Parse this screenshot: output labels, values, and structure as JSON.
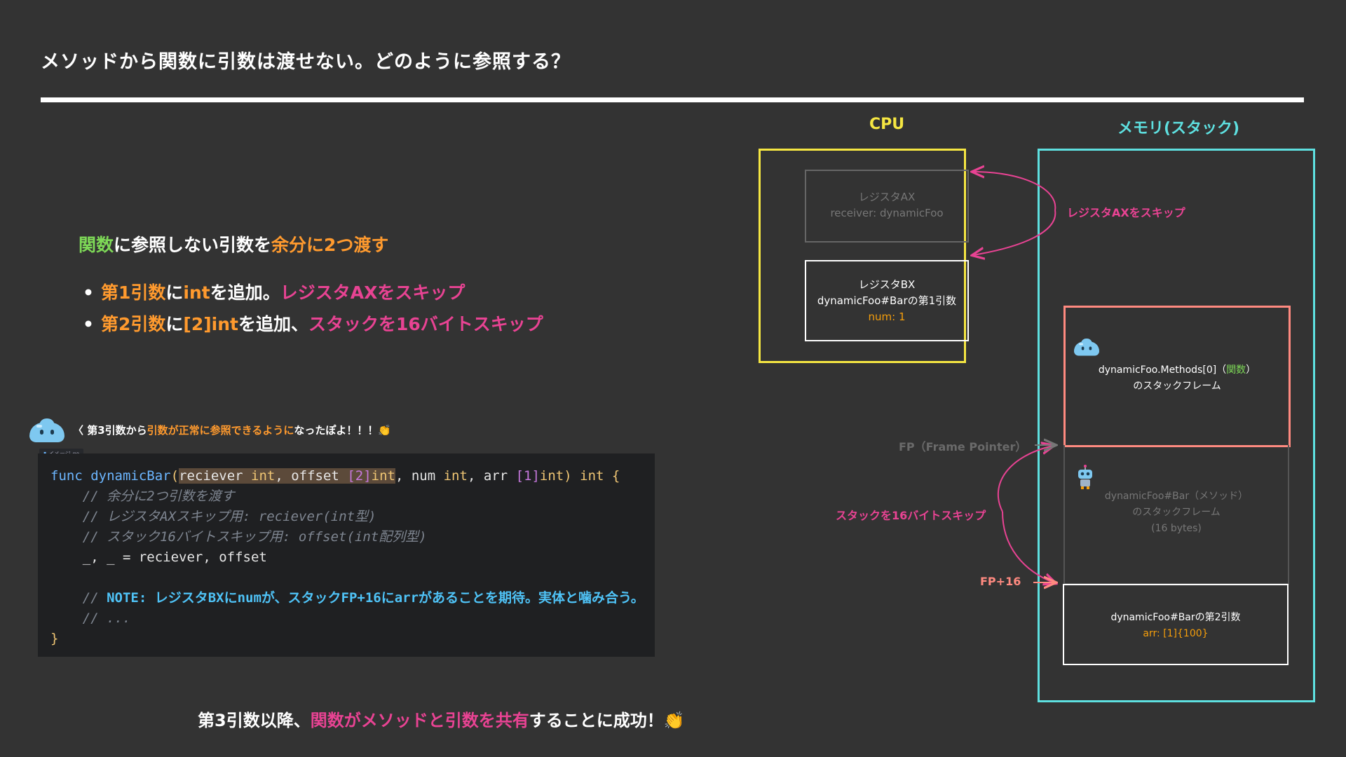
{
  "slide": {
    "title": "メソッドから関数に引数は渡せない。どのように参照する？"
  },
  "points": {
    "lead": {
      "p1": "関数",
      "p2": "に参照しない引数を",
      "p3": "余分に2つ渡す"
    },
    "bullet1": {
      "dot": "•",
      "p1": "第1引数",
      "p2": "に",
      "p3": "int",
      "p4": "を追加。",
      "p5": "レジスタAXをスキップ"
    },
    "bullet2": {
      "dot": "•",
      "p1": "第2引数",
      "p2": "に",
      "p3": "[2]int",
      "p4": "を追加、",
      "p5": "スタックを16バイトスキップ"
    }
  },
  "speech": {
    "p1": "〈 第3引数から",
    "p2": "引数が正常に参照できるように",
    "p3": "なったぽよ！！！",
    "emoji": "👏"
  },
  "code": {
    "filename": "イメージ.go",
    "l1": {
      "kw": "func",
      "name": "dynamicBar",
      "open": "(",
      "p1": "reciever",
      "t1": "int",
      "c1": ", offset ",
      "a1": "[2]",
      "t2": "int",
      "rest1": ", num ",
      "t3": "int",
      "rest2": ", arr ",
      "a2": "[1]",
      "t4": "int",
      "close": ") ",
      "t5": "int",
      "brace": "{"
    },
    "l2": "// 余分に2つ引数を渡す",
    "l3": "// レジスタAXスキップ用: reciever(int型)",
    "l4": "// スタック16バイトスキップ用: offset(int配列型)",
    "l5": "_, _ = reciever, offset",
    "l7a": "// ",
    "l7b": "NOTE: レジスタBXにnumが、スタックFP+16にarrがあることを期待。実体と噛み合う。",
    "l8": "// ...",
    "l9": "}"
  },
  "conclusion": {
    "p1": "第3引数以降、",
    "p2": "関数がメソッドと引数を共有",
    "p3": "することに成功！",
    "emoji": "👏"
  },
  "diagram": {
    "cpu_title": "CPU",
    "memory_title": "メモリ(スタック)",
    "reg_ax": {
      "l1": "レジスタAX",
      "l2": "receiver: dynamicFoo"
    },
    "reg_bx": {
      "l1": "レジスタBX",
      "l2": "dynamicFoo#Barの第1引数",
      "l3": "num: 1"
    },
    "skip_ax_label": "レジスタAXをスキップ",
    "frame_method": {
      "l1a": "dynamicFoo.Methods[0]（",
      "l1b": "関数",
      "l1c": "）",
      "l2": "のスタックフレーム"
    },
    "fp_label": "FP（Frame Pointer）",
    "skip16_label": "スタックを16バイトスキップ",
    "frame_bar": {
      "l1": "dynamicFoo#Bar（メソッド）",
      "l2": "のスタックフレーム",
      "l3": "(16 bytes)"
    },
    "fp16_label": "FP+16",
    "frame_arg": {
      "l1": "dynamicFoo#Barの第2引数",
      "l2": "arr: [1]{100}"
    }
  },
  "colors": {
    "background": "#333333",
    "cpu": "#f5e642",
    "memory": "#5ee0e0",
    "pink": "#e84393",
    "orange": "#ff9a2e",
    "green": "#7ed957",
    "salmon": "#ff8a80"
  }
}
